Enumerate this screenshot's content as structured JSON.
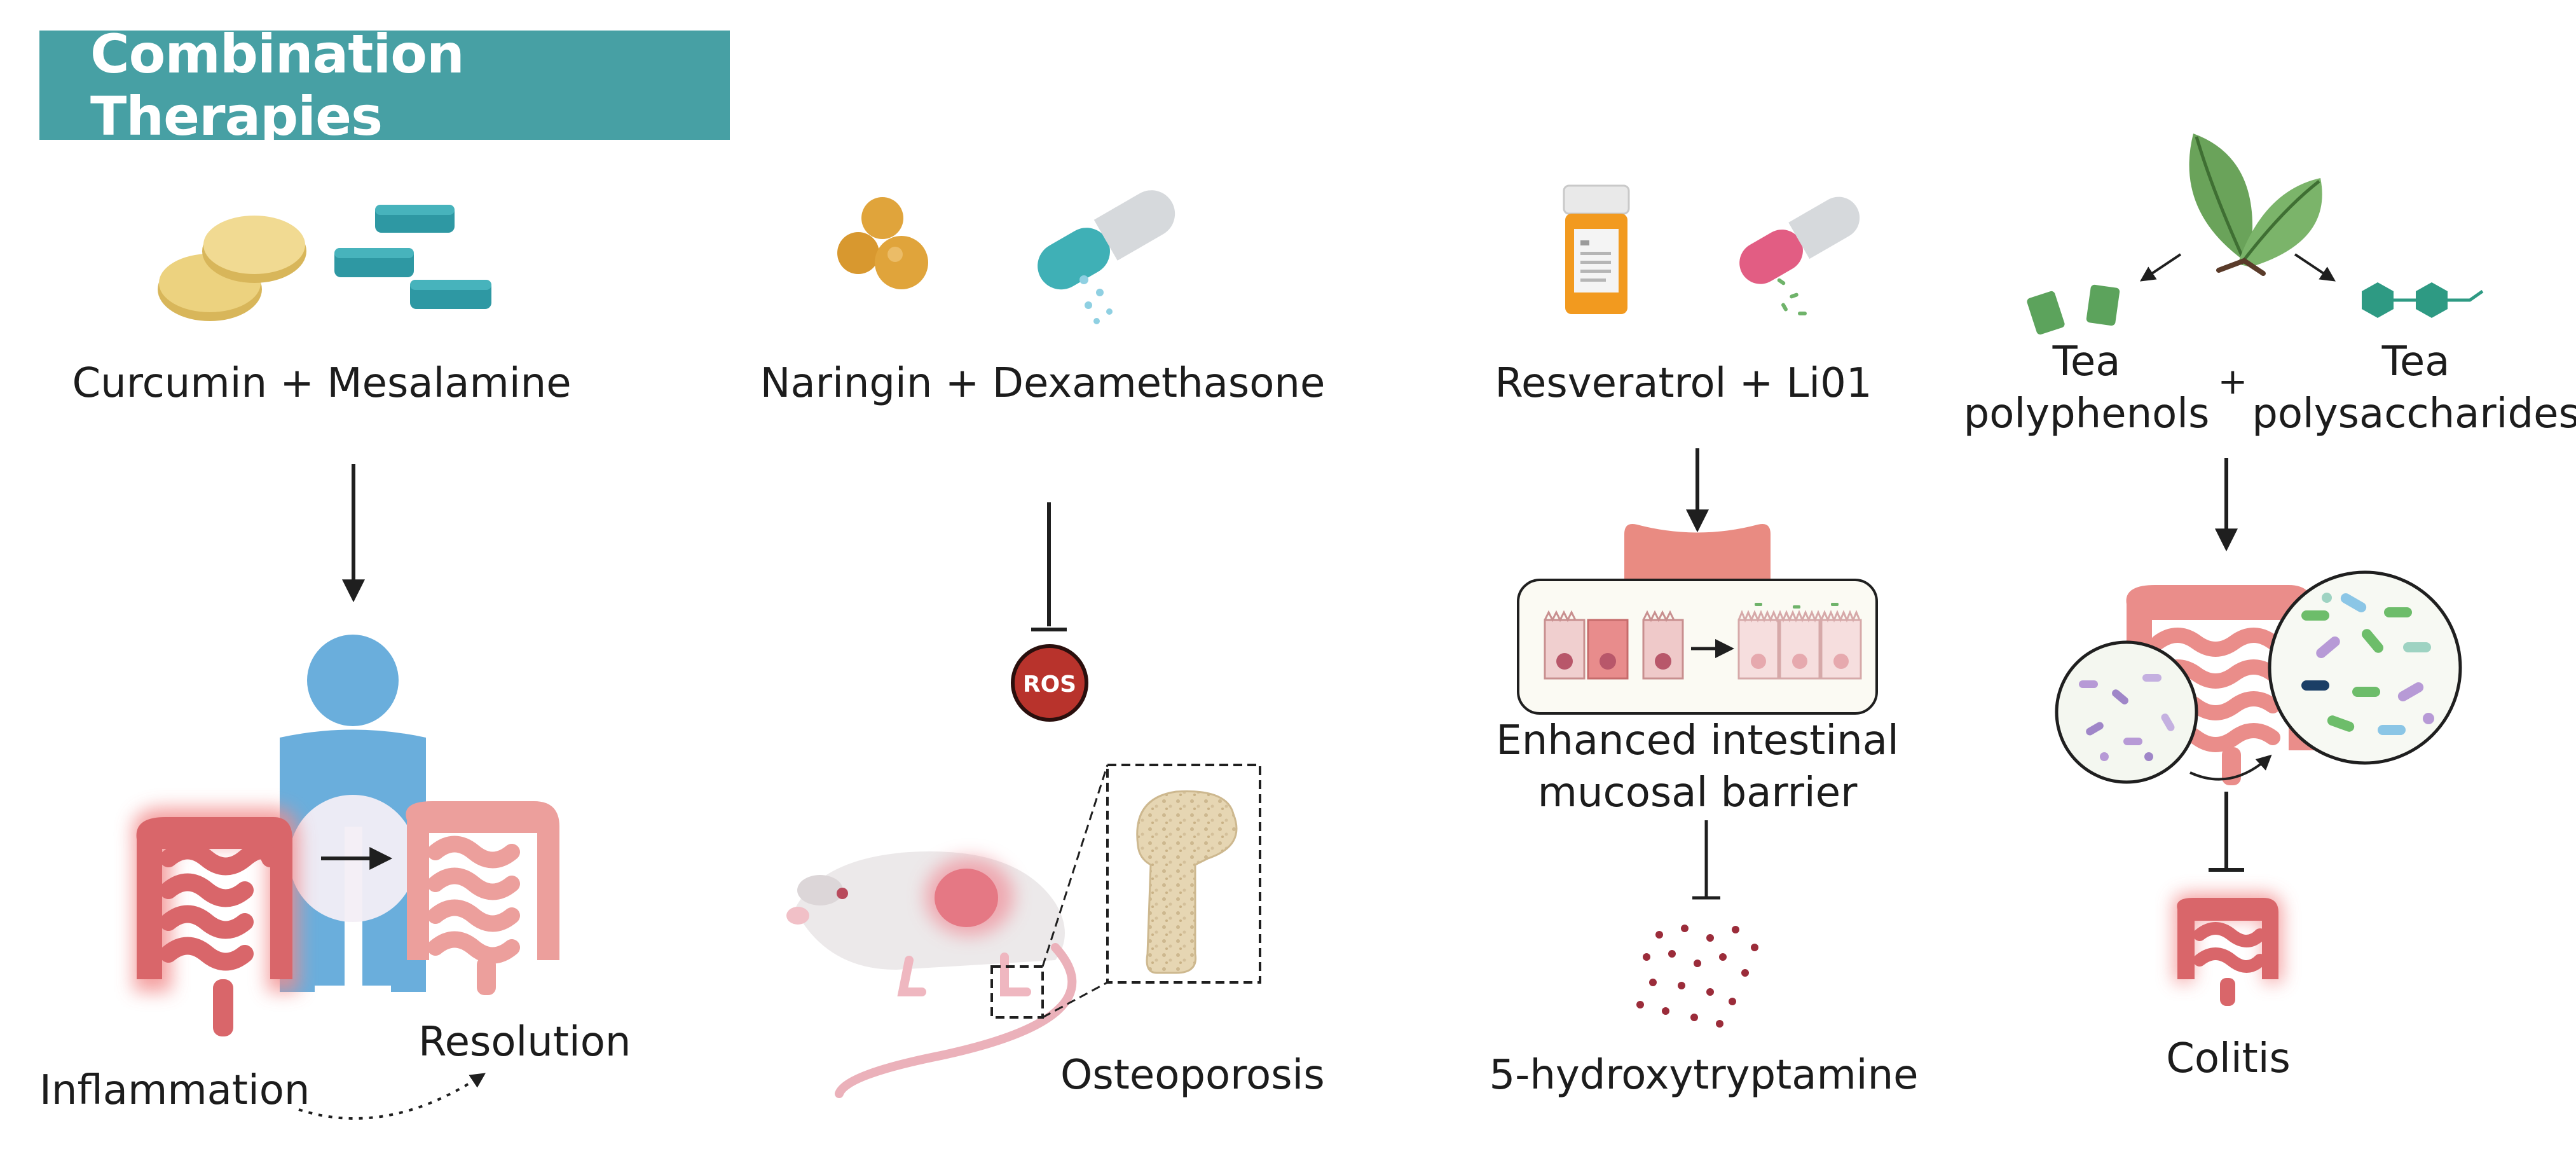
{
  "title": "Combination Therapies",
  "panels": [
    {
      "name": "curcumin-mesalamine",
      "combination": "Curcumin + Mesalamine",
      "outcomes": [
        "Inflammation",
        "Resolution"
      ]
    },
    {
      "name": "naringin-dexamethasone",
      "combination": "Naringin + Dexamethasone",
      "inhibited": "ROS",
      "outcome": "Osteoporosis"
    },
    {
      "name": "resveratrol-li01",
      "combination": "Resveratrol + Li01",
      "effect_line1": "Enhanced intestinal",
      "effect_line2": "mucosal barrier",
      "outcome": "5-hydroxytryptamine"
    },
    {
      "name": "tea",
      "component_a_line1": "Tea",
      "component_a_line2": "polyphenols",
      "plus": "+",
      "component_b_line1": "Tea",
      "component_b_line2": "polysaccharides",
      "outcome": "Colitis"
    }
  ],
  "colors": {
    "banner": "#47a0a4",
    "tablet_teal": "#2e98a3",
    "coin_yellow": "#ecd27f",
    "intestine": "#e7878a",
    "ros_red": "#b8332c",
    "person_blue": "#6aaedc",
    "leaf_green": "#6aa35a",
    "capsule_pink": "#e25d83"
  }
}
